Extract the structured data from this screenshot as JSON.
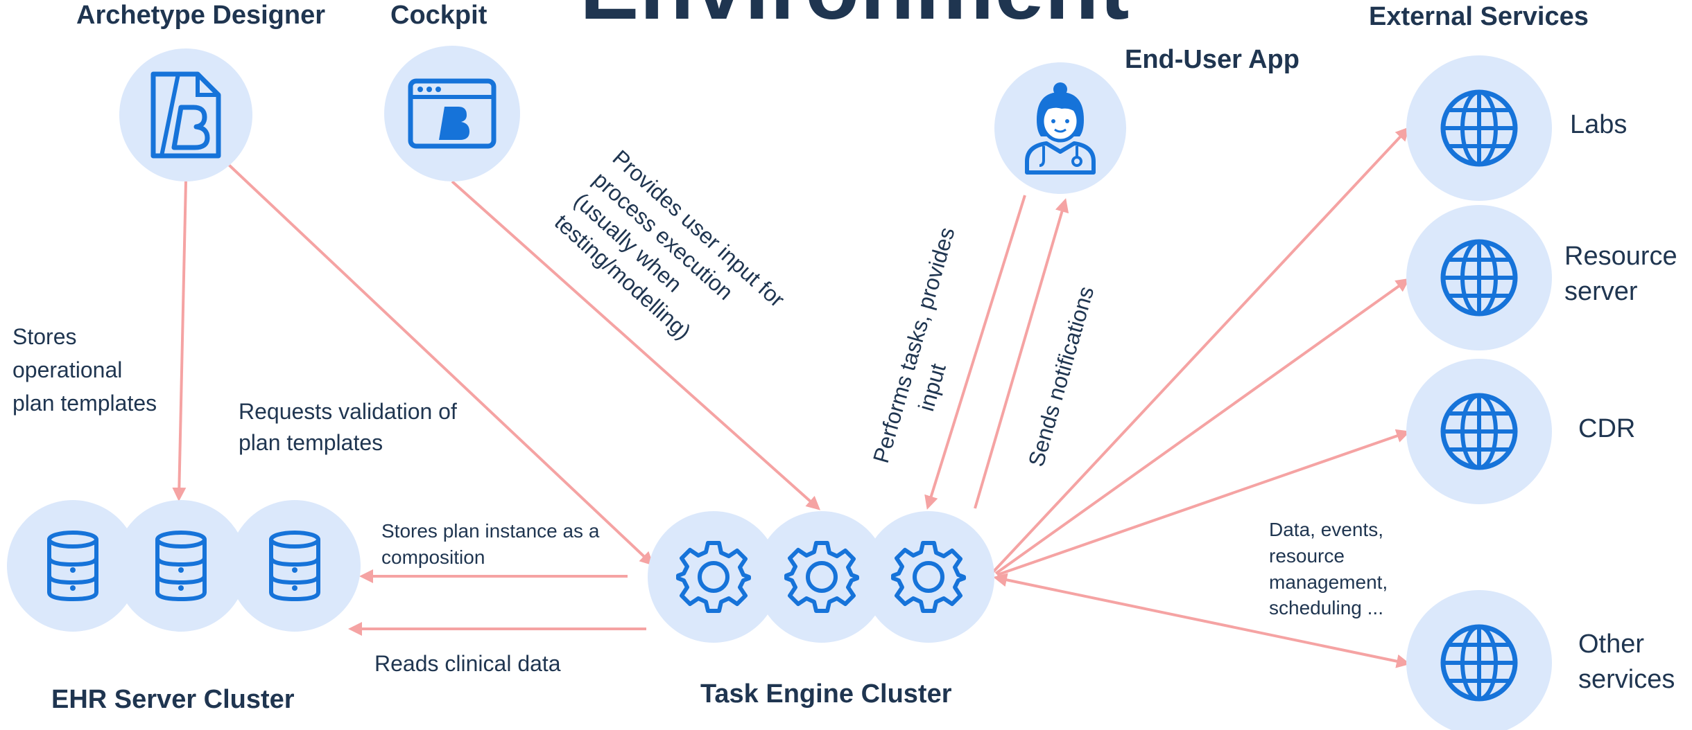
{
  "title": "Environment",
  "headings": {
    "archetype_designer": "Archetype Designer",
    "cockpit": "Cockpit",
    "end_user_app": "End-User App",
    "external_services": "External Services",
    "ehr_cluster": "EHR Server Cluster",
    "task_engine_cluster": "Task Engine Cluster"
  },
  "external_services": [
    "Labs",
    "Resource server",
    "CDR",
    "Other services"
  ],
  "labels": {
    "stores_templates": [
      "Stores",
      "operational",
      "plan templates"
    ],
    "requests_validation": [
      "Requests validation of",
      "plan templates"
    ],
    "user_input": [
      "Provides user input for",
      "process execution",
      "(usually when",
      "testing/modelling)"
    ],
    "performs_tasks": [
      "Performs tasks, provides",
      "input"
    ],
    "sends_notifications": "Sends notifications",
    "stores_instance": [
      "Stores plan instance as a",
      "composition"
    ],
    "reads_clinical": "Reads clinical data",
    "data_events": [
      "Data, events,",
      "resource",
      "management,",
      "scheduling ..."
    ]
  },
  "colors": {
    "arrow": "#f5a3a3",
    "icon": "#1673d9",
    "circle": "#dbe8fb",
    "text": "#1f3550"
  }
}
